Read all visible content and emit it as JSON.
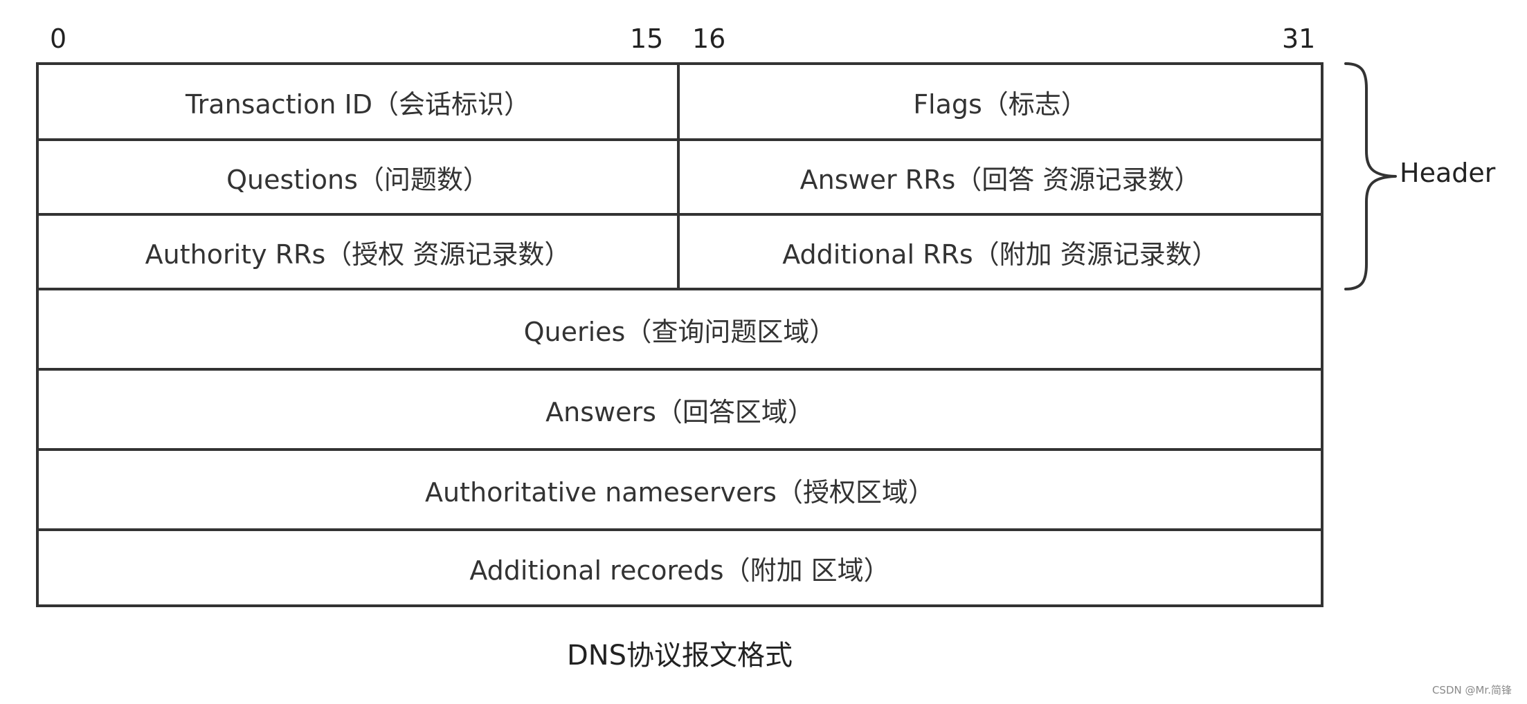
{
  "bit_labels": {
    "b0": "0",
    "b15": "15",
    "b16": "16",
    "b31": "31"
  },
  "rows": {
    "transaction_id": "Transaction ID（会话标识）",
    "flags": "Flags（标志）",
    "questions": "Questions（问题数）",
    "answer_rrs": "Answer RRs（回答 资源记录数）",
    "authority_rrs": "Authority RRs（授权 资源记录数）",
    "additional_rrs": "Additional RRs（附加 资源记录数）",
    "queries": "Queries（查询问题区域）",
    "answers": "Answers（回答区域）",
    "authoritative_nameservers": "Authoritative nameservers（授权区域）",
    "additional_records": "Additional recoreds（附加 区域）"
  },
  "header_label": "Header",
  "caption": "DNS协议报文格式",
  "watermark": "CSDN @Mr.简锋"
}
